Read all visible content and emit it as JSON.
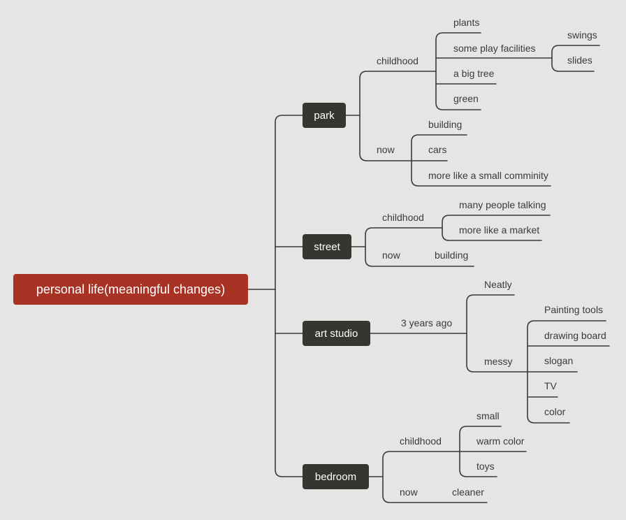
{
  "root": "personal life(meaningful changes)",
  "park": {
    "label": "park",
    "childhood": {
      "label": "childhood",
      "plants": "plants",
      "play": "some play facilities",
      "swings": "swings",
      "slides": "slides",
      "tree": "a big tree",
      "green": "green"
    },
    "now": {
      "label": "now",
      "building": "building",
      "cars": "cars",
      "community": "more like a small comminity"
    }
  },
  "street": {
    "label": "street",
    "childhood": {
      "label": "childhood",
      "talking": "many people talking",
      "market": "more like a market"
    },
    "now": {
      "label": "now",
      "building": "building"
    }
  },
  "art_studio": {
    "label": "art studio",
    "ago": {
      "label": "3 years ago",
      "neatly": "Neatly",
      "messy": "messy",
      "painting": "Painting tools",
      "drawing": "drawing board",
      "slogan": "slogan",
      "tv": "TV",
      "color": "color"
    }
  },
  "bedroom": {
    "label": "bedroom",
    "childhood": {
      "label": "childhood",
      "small": "small",
      "warm": "warm color",
      "toys": "toys"
    },
    "now": {
      "label": "now",
      "cleaner": "cleaner"
    }
  }
}
